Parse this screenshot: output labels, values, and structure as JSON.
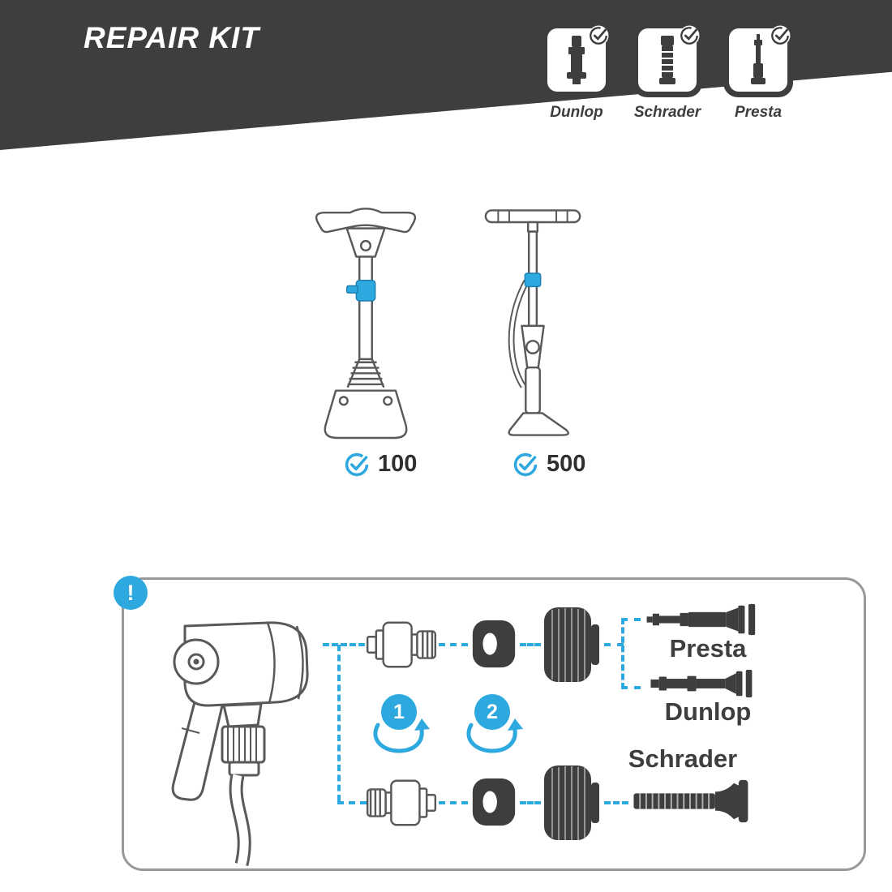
{
  "colors": {
    "accent_blue": "#2ea9df",
    "dark": "#3e3e40",
    "outline_gray": "#58595b",
    "panel_border": "#97999b"
  },
  "icons": [
    "check-circle-icon",
    "alert-icon",
    "rotate-arrow-icon",
    "dunlop-valve-icon",
    "schrader-valve-icon",
    "presta-valve-icon"
  ],
  "header": {
    "title": "REPAIR KIT",
    "valve_tiles": [
      {
        "label": "Dunlop"
      },
      {
        "label": "Schrader"
      },
      {
        "label": "Presta"
      }
    ]
  },
  "pumps": [
    {
      "model_count": "100"
    },
    {
      "model_count": "500"
    }
  ],
  "panel": {
    "alert_symbol": "!",
    "steps": [
      {
        "number": "1"
      },
      {
        "number": "2"
      }
    ],
    "valve_labels": {
      "presta": "Presta",
      "dunlop": "Dunlop",
      "schrader": "Schrader"
    }
  }
}
